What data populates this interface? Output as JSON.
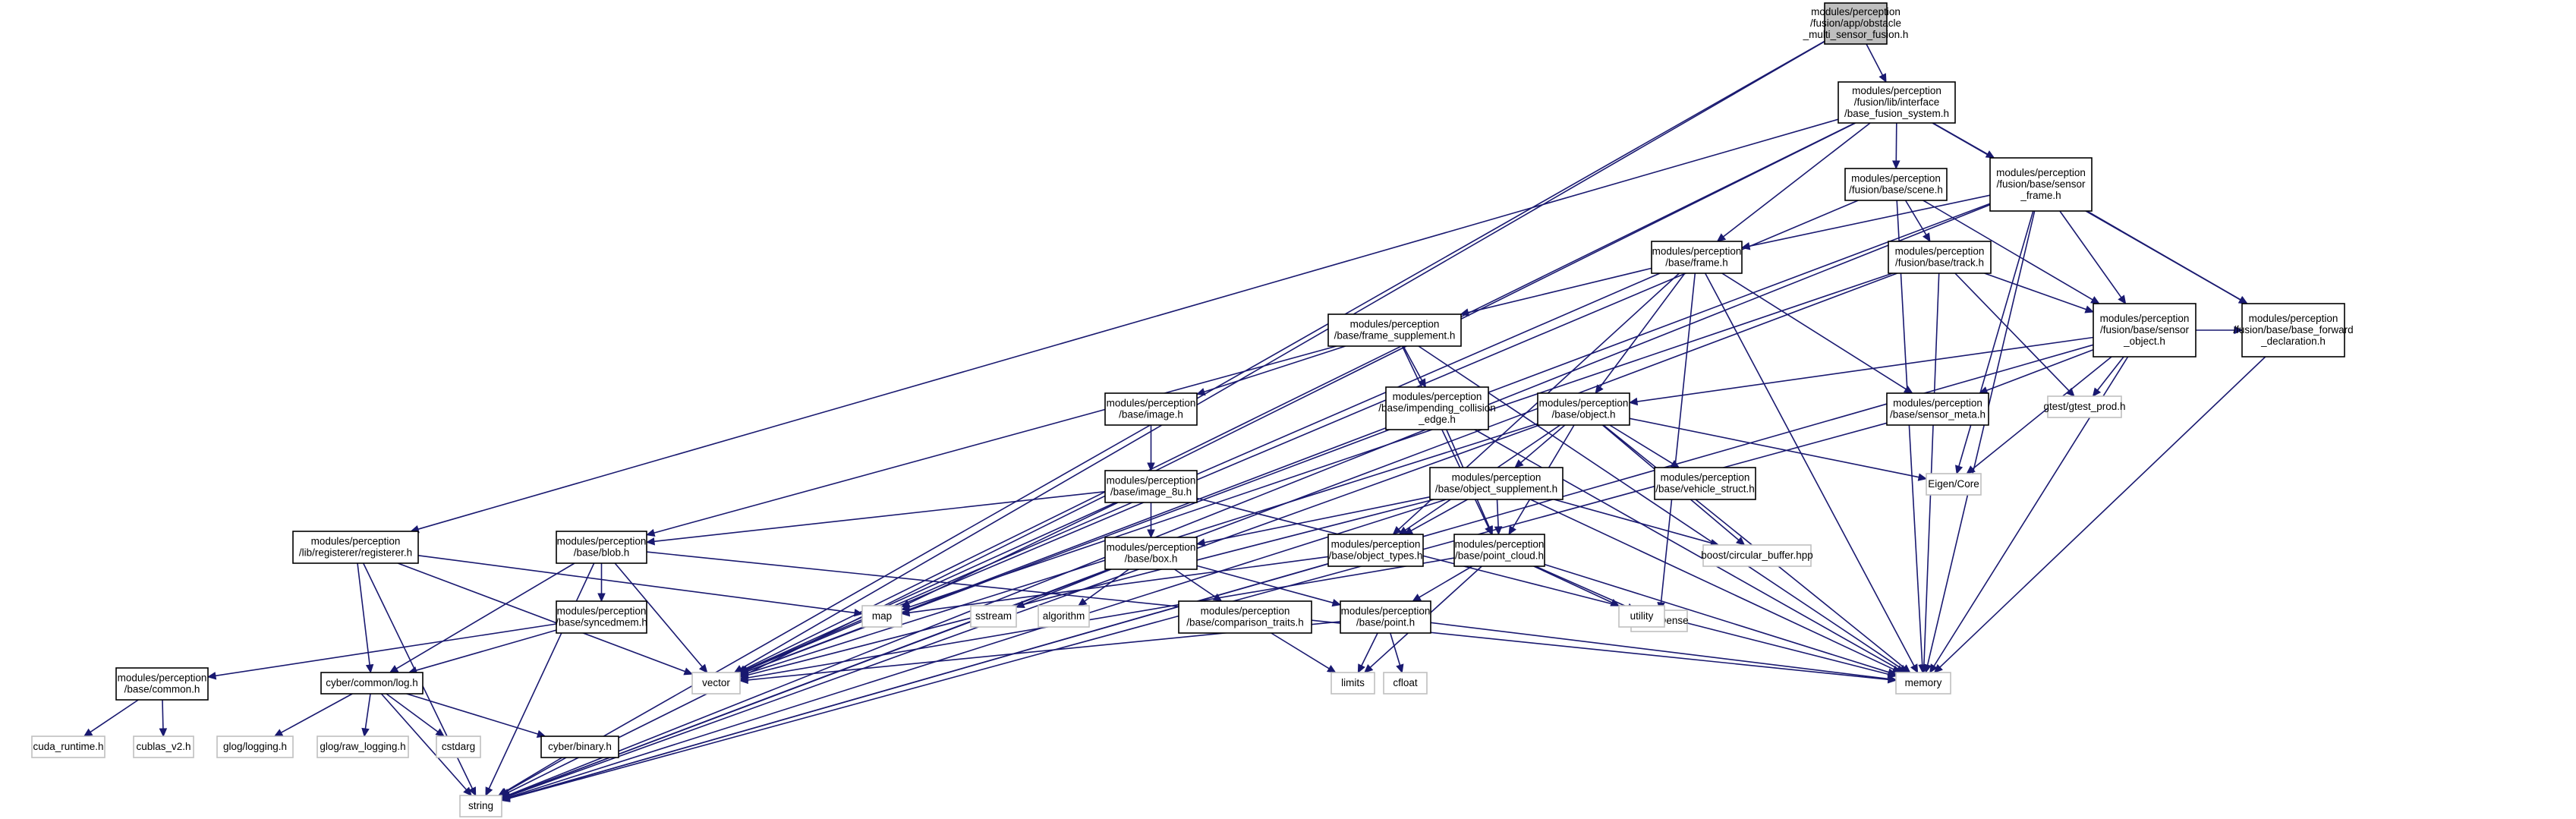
{
  "colors": {
    "edge": "#191970",
    "root_fill": "#bfbfbf",
    "file_fill": "#ffffff",
    "file_border": "#000000",
    "system_border": "#bfbfbf"
  },
  "diagram": {
    "nodes": [
      {
        "id": "root",
        "lines": [
          "modules/perception",
          "/fusion/app/obstacle",
          "_multi_sensor_fusion.h"
        ],
        "root": true
      },
      {
        "id": "base_fusion_system",
        "lines": [
          "modules/perception",
          "/fusion/lib/interface",
          "/base_fusion_system.h"
        ]
      },
      {
        "id": "registerer",
        "lines": [
          "modules/perception",
          "/lib/registerer/registerer.h"
        ]
      },
      {
        "id": "scene",
        "lines": [
          "modules/perception",
          "/fusion/base/scene.h"
        ]
      },
      {
        "id": "sensor_frame",
        "lines": [
          "modules/perception",
          "/fusion/base/sensor",
          "_frame.h"
        ]
      },
      {
        "id": "track",
        "lines": [
          "modules/perception",
          "/fusion/base/track.h"
        ]
      },
      {
        "id": "frame",
        "lines": [
          "modules/perception",
          "/base/frame.h"
        ]
      },
      {
        "id": "sensor_object",
        "lines": [
          "modules/perception",
          "/fusion/base/sensor",
          "_object.h"
        ]
      },
      {
        "id": "base_forward_declaration",
        "lines": [
          "modules/perception",
          "/fusion/base/base_forward",
          "_declaration.h"
        ]
      },
      {
        "id": "frame_supplement",
        "lines": [
          "modules/perception",
          "/base/frame_supplement.h"
        ]
      },
      {
        "id": "impending_collision_edge",
        "lines": [
          "modules/perception",
          "/base/impending_collision",
          "_edge.h"
        ]
      },
      {
        "id": "image",
        "lines": [
          "modules/perception",
          "/base/image.h"
        ]
      },
      {
        "id": "object",
        "lines": [
          "modules/perception",
          "/base/object.h"
        ]
      },
      {
        "id": "sensor_meta",
        "lines": [
          "modules/perception",
          "/base/sensor_meta.h"
        ]
      },
      {
        "id": "image_8u",
        "lines": [
          "modules/perception",
          "/base/image_8u.h"
        ]
      },
      {
        "id": "object_supplement",
        "lines": [
          "modules/perception",
          "/base/object_supplement.h"
        ]
      },
      {
        "id": "vehicle_struct",
        "lines": [
          "modules/perception",
          "/base/vehicle_struct.h"
        ]
      },
      {
        "id": "blob",
        "lines": [
          "modules/perception",
          "/base/blob.h"
        ]
      },
      {
        "id": "box",
        "lines": [
          "modules/perception",
          "/base/box.h"
        ]
      },
      {
        "id": "object_types",
        "lines": [
          "modules/perception",
          "/base/object_types.h"
        ]
      },
      {
        "id": "point_cloud",
        "lines": [
          "modules/perception",
          "/base/point_cloud.h"
        ]
      },
      {
        "id": "syncedmem",
        "lines": [
          "modules/perception",
          "/base/syncedmem.h"
        ]
      },
      {
        "id": "comparison_traits",
        "lines": [
          "modules/perception",
          "/base/comparison_traits.h"
        ]
      },
      {
        "id": "point",
        "lines": [
          "modules/perception",
          "/base/point.h"
        ]
      },
      {
        "id": "common",
        "lines": [
          "modules/perception",
          "/base/common.h"
        ]
      },
      {
        "id": "log",
        "lines": [
          "cyber/common/log.h"
        ]
      },
      {
        "id": "binary",
        "lines": [
          "cyber/binary.h"
        ]
      },
      {
        "id": "eigen_core",
        "lines": [
          "Eigen/Core"
        ],
        "system": true
      },
      {
        "id": "gtest_prod",
        "lines": [
          "gtest/gtest_prod.h"
        ],
        "system": true
      },
      {
        "id": "boost_cb",
        "lines": [
          "boost/circular_buffer.hpp"
        ],
        "system": true
      },
      {
        "id": "eigen_dense",
        "lines": [
          "Eigen/Dense"
        ],
        "system": true
      },
      {
        "id": "map",
        "lines": [
          "map"
        ],
        "system": true
      },
      {
        "id": "sstream",
        "lines": [
          "sstream"
        ],
        "system": true
      },
      {
        "id": "algorithm",
        "lines": [
          "algorithm"
        ],
        "system": true
      },
      {
        "id": "utility",
        "lines": [
          "utility"
        ],
        "system": true
      },
      {
        "id": "limits",
        "lines": [
          "limits"
        ],
        "system": true
      },
      {
        "id": "cfloat",
        "lines": [
          "cfloat"
        ],
        "system": true
      },
      {
        "id": "vector",
        "lines": [
          "vector"
        ],
        "system": true
      },
      {
        "id": "memory",
        "lines": [
          "memory"
        ],
        "system": true
      },
      {
        "id": "cuda_runtime",
        "lines": [
          "cuda_runtime.h"
        ],
        "system": true
      },
      {
        "id": "cublas",
        "lines": [
          "cublas_v2.h"
        ],
        "system": true
      },
      {
        "id": "glog_logging",
        "lines": [
          "glog/logging.h"
        ],
        "system": true
      },
      {
        "id": "glog_raw",
        "lines": [
          "glog/raw_logging.h"
        ],
        "system": true
      },
      {
        "id": "cstdarg",
        "lines": [
          "cstdarg"
        ],
        "system": true
      },
      {
        "id": "string",
        "lines": [
          "string"
        ],
        "system": true
      }
    ],
    "edges": [
      [
        "root",
        "base_fusion_system"
      ],
      [
        "root",
        "vector"
      ],
      [
        "root",
        "string"
      ],
      [
        "base_fusion_system",
        "registerer"
      ],
      [
        "base_fusion_system",
        "scene"
      ],
      [
        "base_fusion_system",
        "sensor_frame"
      ],
      [
        "base_fusion_system",
        "frame"
      ],
      [
        "base_fusion_system",
        "base_forward_declaration"
      ],
      [
        "base_fusion_system",
        "vector"
      ],
      [
        "base_fusion_system",
        "string"
      ],
      [
        "scene",
        "track"
      ],
      [
        "scene",
        "sensor_object"
      ],
      [
        "scene",
        "vector"
      ],
      [
        "scene",
        "memory"
      ],
      [
        "sensor_frame",
        "frame"
      ],
      [
        "sensor_frame",
        "sensor_object"
      ],
      [
        "sensor_frame",
        "base_forward_declaration"
      ],
      [
        "sensor_frame",
        "vector"
      ],
      [
        "sensor_frame",
        "memory"
      ],
      [
        "sensor_frame",
        "string"
      ],
      [
        "sensor_frame",
        "eigen_core"
      ],
      [
        "track",
        "sensor_object"
      ],
      [
        "track",
        "gtest_prod"
      ],
      [
        "track",
        "map"
      ],
      [
        "track",
        "memory"
      ],
      [
        "track",
        "string"
      ],
      [
        "frame",
        "frame_supplement"
      ],
      [
        "frame",
        "object"
      ],
      [
        "frame",
        "sensor_meta"
      ],
      [
        "frame",
        "object_types"
      ],
      [
        "frame",
        "eigen_dense"
      ],
      [
        "frame",
        "vector"
      ],
      [
        "frame",
        "memory"
      ],
      [
        "sensor_object",
        "object"
      ],
      [
        "sensor_object",
        "sensor_meta"
      ],
      [
        "sensor_object",
        "base_forward_declaration"
      ],
      [
        "sensor_object",
        "gtest_prod"
      ],
      [
        "sensor_object",
        "eigen_core"
      ],
      [
        "sensor_object",
        "memory"
      ],
      [
        "sensor_object",
        "string"
      ],
      [
        "base_forward_declaration",
        "memory"
      ],
      [
        "frame_supplement",
        "impending_collision_edge"
      ],
      [
        "frame_supplement",
        "image"
      ],
      [
        "frame_supplement",
        "point_cloud"
      ],
      [
        "frame_supplement",
        "blob"
      ],
      [
        "frame_supplement",
        "memory"
      ],
      [
        "impending_collision_edge",
        "point_cloud"
      ],
      [
        "impending_collision_edge",
        "vector"
      ],
      [
        "impending_collision_edge",
        "memory"
      ],
      [
        "image",
        "image_8u"
      ],
      [
        "object",
        "object_supplement"
      ],
      [
        "object",
        "vehicle_struct"
      ],
      [
        "object",
        "object_types"
      ],
      [
        "object",
        "point_cloud"
      ],
      [
        "object",
        "boost_cb"
      ],
      [
        "object",
        "eigen_core"
      ],
      [
        "object",
        "vector"
      ],
      [
        "object",
        "string"
      ],
      [
        "object",
        "memory"
      ],
      [
        "sensor_meta",
        "string"
      ],
      [
        "image_8u",
        "blob"
      ],
      [
        "image_8u",
        "box"
      ],
      [
        "image_8u",
        "map"
      ],
      [
        "image_8u",
        "vector"
      ],
      [
        "image_8u",
        "memory"
      ],
      [
        "object_supplement",
        "box"
      ],
      [
        "object_supplement",
        "object_types"
      ],
      [
        "object_supplement",
        "point_cloud"
      ],
      [
        "object_supplement",
        "boost_cb"
      ],
      [
        "object_supplement",
        "vector"
      ],
      [
        "object_supplement",
        "memory"
      ],
      [
        "object_supplement",
        "string"
      ],
      [
        "registerer",
        "log"
      ],
      [
        "registerer",
        "map"
      ],
      [
        "registerer",
        "vector"
      ],
      [
        "registerer",
        "string"
      ],
      [
        "blob",
        "syncedmem"
      ],
      [
        "blob",
        "log"
      ],
      [
        "blob",
        "vector"
      ],
      [
        "blob",
        "string"
      ],
      [
        "blob",
        "memory"
      ],
      [
        "box",
        "comparison_traits"
      ],
      [
        "box",
        "point"
      ],
      [
        "box",
        "sstream"
      ],
      [
        "box",
        "algorithm"
      ],
      [
        "box",
        "string"
      ],
      [
        "object_types",
        "map"
      ],
      [
        "object_types",
        "string"
      ],
      [
        "point_cloud",
        "point"
      ],
      [
        "point_cloud",
        "eigen_dense"
      ],
      [
        "point_cloud",
        "utility"
      ],
      [
        "point_cloud",
        "limits"
      ],
      [
        "point_cloud",
        "vector"
      ],
      [
        "point_cloud",
        "memory"
      ],
      [
        "syncedmem",
        "common"
      ],
      [
        "syncedmem",
        "log"
      ],
      [
        "comparison_traits",
        "limits"
      ],
      [
        "point",
        "limits"
      ],
      [
        "point",
        "cfloat"
      ],
      [
        "point",
        "vector"
      ],
      [
        "point",
        "memory"
      ],
      [
        "common",
        "cuda_runtime"
      ],
      [
        "common",
        "cublas"
      ],
      [
        "log",
        "glog_logging"
      ],
      [
        "log",
        "glog_raw"
      ],
      [
        "log",
        "cstdarg"
      ],
      [
        "log",
        "binary"
      ],
      [
        "log",
        "string"
      ],
      [
        "binary",
        "string"
      ]
    ]
  }
}
